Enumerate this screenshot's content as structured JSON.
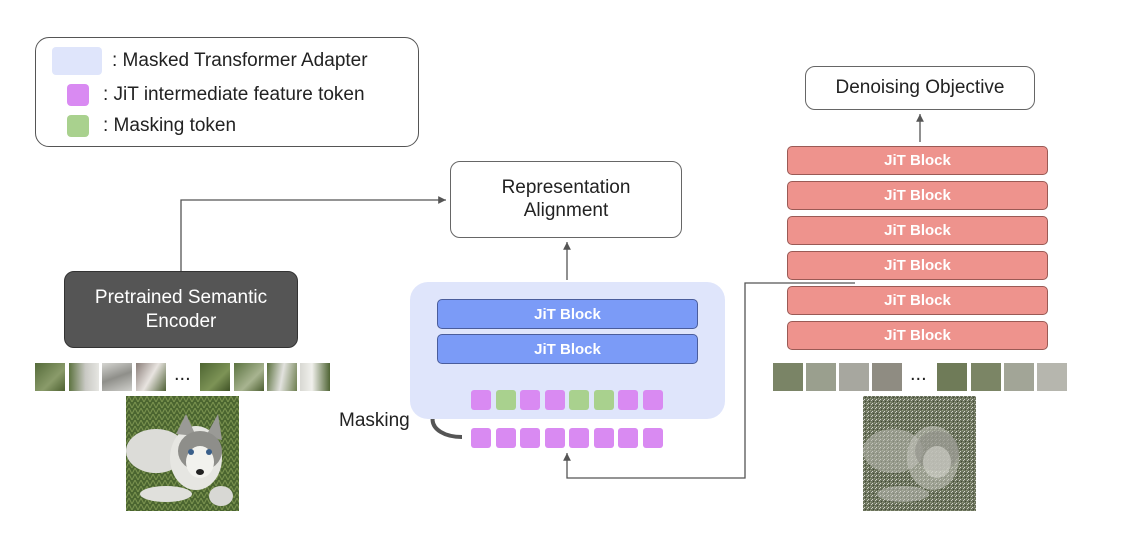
{
  "legend": {
    "items": [
      {
        "label": ": Masked Transformer Adapter",
        "color": "#dfe5fb"
      },
      {
        "label": ": JiT intermediate feature token",
        "color": "#d98af2"
      },
      {
        "label": ": Masking token",
        "color": "#a9d18e"
      }
    ]
  },
  "encoder": {
    "line1": "Pretrained Semantic",
    "line2": "Encoder"
  },
  "alignment": {
    "line1": "Representation",
    "line2": "Alignment"
  },
  "objective": {
    "label": "Denoising Objective"
  },
  "adapter_blocks": [
    "JiT Block",
    "JiT Block"
  ],
  "jit_stack": [
    "JiT Block",
    "JiT Block",
    "JiT Block",
    "JiT Block",
    "JiT Block",
    "JiT Block"
  ],
  "masking_label": "Masking",
  "ellipsis": "...",
  "colors": {
    "feature_token": "#d98af2",
    "mask_token": "#a9d18e",
    "adapter_bg": "#dfe5fb",
    "jit_blue": "#7b9bf7",
    "jit_red": "#ee938d",
    "encoder_bg": "#555555"
  },
  "masked_row": [
    "feature",
    "mask",
    "feature",
    "feature",
    "mask",
    "mask",
    "feature",
    "feature"
  ],
  "feature_row": [
    "feature",
    "feature",
    "feature",
    "feature",
    "feature",
    "feature",
    "feature",
    "feature"
  ]
}
